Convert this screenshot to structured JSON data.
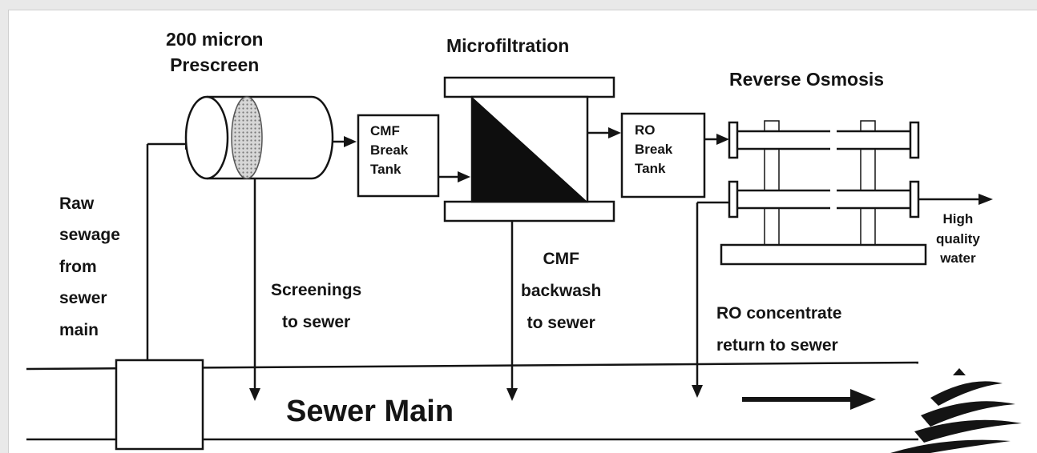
{
  "title_prescreen": [
    "200 micron",
    "Prescreen"
  ],
  "title_microfiltration": "Microfiltration",
  "title_reverse_osmosis": "Reverse Osmosis",
  "cmf_break_tank": [
    "CMF",
    "Break",
    "Tank"
  ],
  "ro_break_tank": [
    "RO",
    "Break",
    "Tank"
  ],
  "raw_sewage": [
    "Raw",
    "sewage",
    "from",
    "sewer",
    "main"
  ],
  "screenings": [
    "Screenings",
    "to sewer"
  ],
  "cmf_backwash": [
    "CMF",
    "backwash",
    "to sewer"
  ],
  "ro_concentrate": [
    "RO concentrate",
    "return to sewer"
  ],
  "high_quality_water": [
    "High",
    "quality",
    "water"
  ],
  "sewer_main": "Sewer Main",
  "colors": {
    "ink": "#141414",
    "screen_fill": "#bdbdbd",
    "background": "#ffffff"
  }
}
